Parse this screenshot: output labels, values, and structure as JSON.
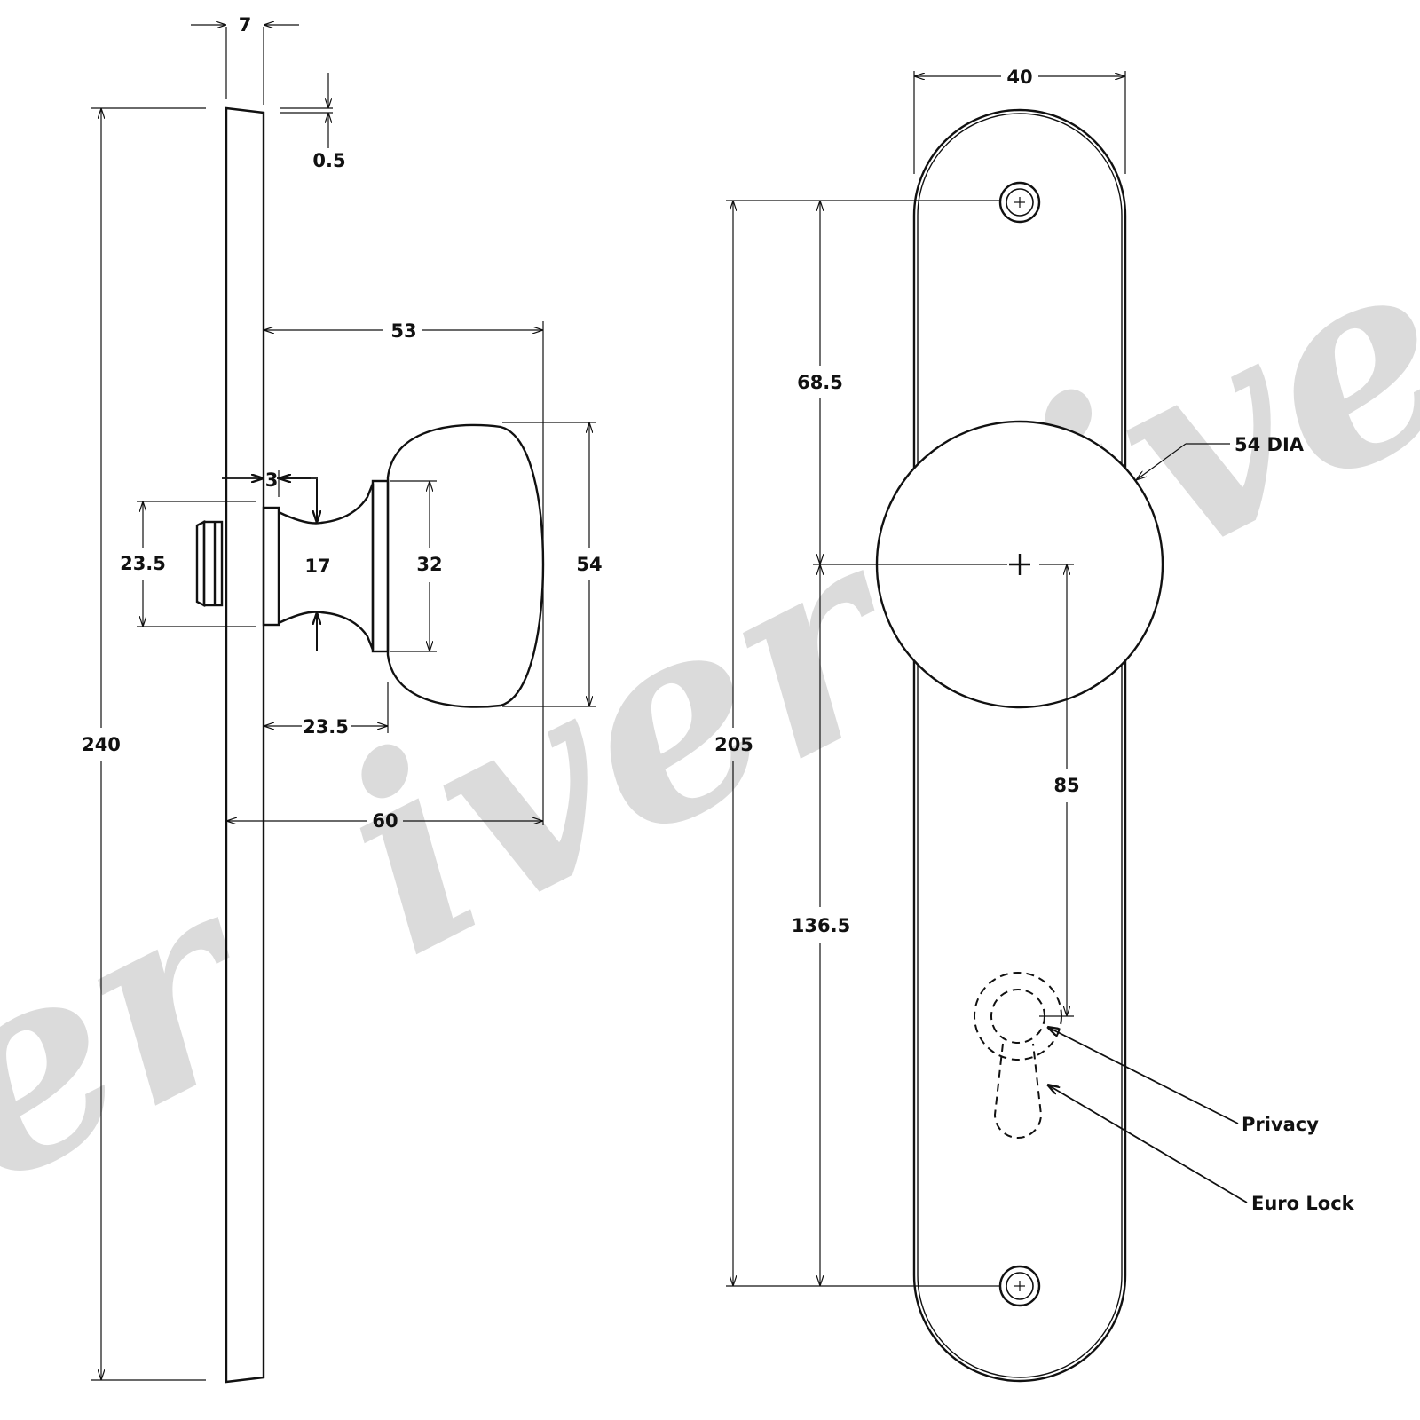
{
  "watermark": {
    "text_a": "er",
    "text_b": "iver",
    "text_c": "iver",
    "color": "#cfcfcf"
  },
  "side_view": {
    "plate_thickness": "7",
    "taper": "0.5",
    "plate_height": "240",
    "projection_to_rose": "53",
    "rose_gap": "3",
    "spindle_height": "23.5",
    "neck_diameter": "17",
    "collar_diameter": "32",
    "knob_diameter": "54",
    "neck_length": "23.5",
    "total_projection": "60"
  },
  "front_view": {
    "plate_width": "40",
    "fixing_centres": "205",
    "fixing_to_knob_centre": "68.5",
    "knob_centre_to_fixing": "136.5",
    "knob_dia_label": "54 DIA",
    "knob_to_cylinder_centre": "85",
    "privacy_label": "Privacy",
    "euro_lock_label": "Euro Lock"
  }
}
